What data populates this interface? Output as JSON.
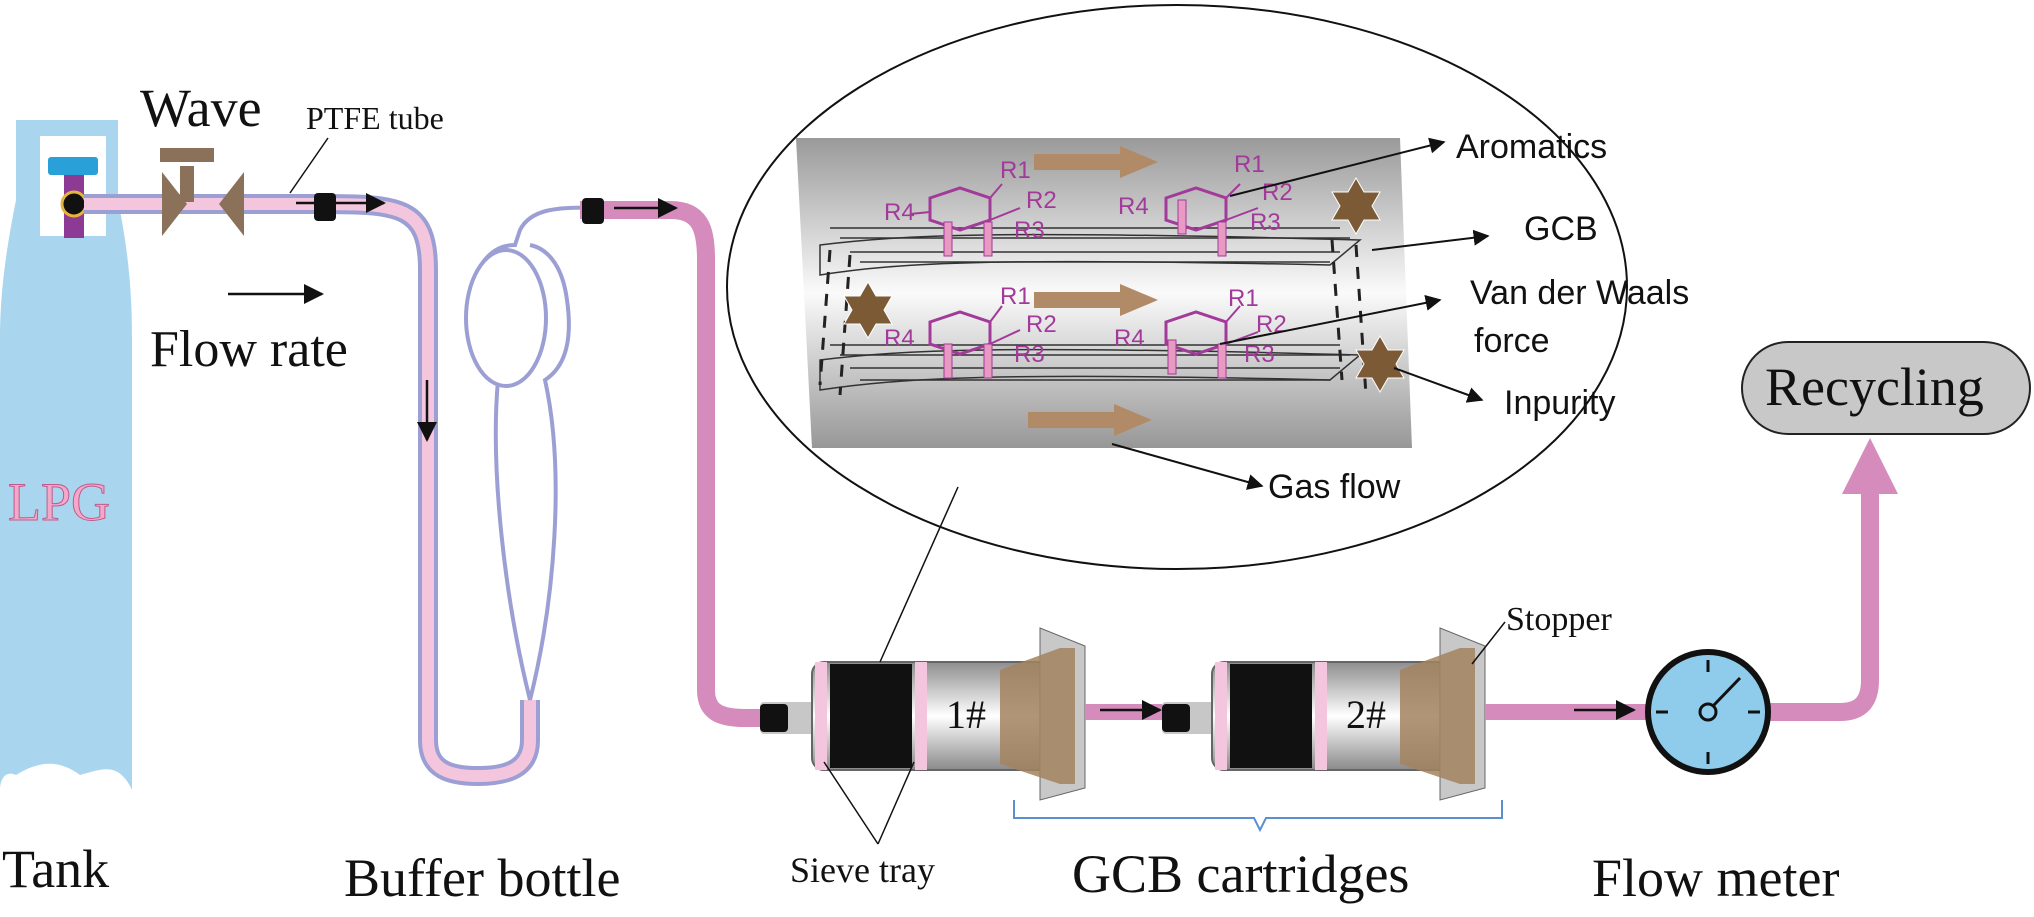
{
  "labels": {
    "tank_body": "LPG",
    "tank": "Tank",
    "valve": "Wave",
    "ptfe_tube": "PTFE tube",
    "flow_rate": "Flow rate",
    "buffer_bottle": "Buffer bottle",
    "sieve_tray": "Sieve tray",
    "cartridges": "GCB cartridges",
    "cartridge_1": "1#",
    "cartridge_2": "2#",
    "stopper": "Stopper",
    "flow_meter": "Flow meter",
    "recycling": "Recycling"
  },
  "inset": {
    "aromatics": "Aromatics",
    "gcb": "GCB",
    "van_der_waals_line1": "Van der Waals",
    "van_der_waals_line2": "force",
    "impurity": "Inpurity",
    "gas_flow": "Gas flow",
    "r1": "R1",
    "r2": "R2",
    "r3": "R3",
    "r4": "R4"
  },
  "colors": {
    "tube_pink": "#d58bbc",
    "tube_light": "#f4c6dd",
    "tube_outline": "#9c9fd4",
    "tank_blue": "#a9d6ee",
    "valve_brown": "#8b7159",
    "molecule_purple": "#a23a9a",
    "impurity_brown": "#7b5a35",
    "arrow_brown": "#b18a68",
    "gauge_blue": "#8fcbea"
  }
}
